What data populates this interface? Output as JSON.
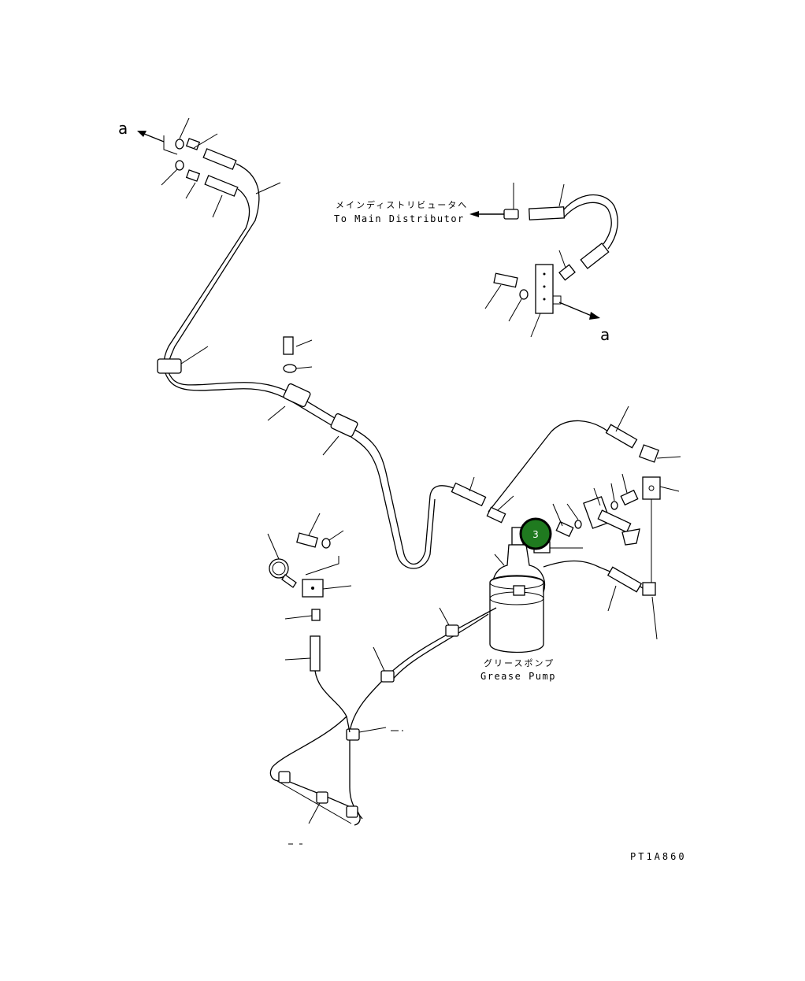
{
  "diagram": {
    "ref_a_top": "a",
    "ref_a_right": "a",
    "main_distributor_jp": "メインディストリビュータへ",
    "main_distributor_en": "To Main Distributor",
    "grease_pump_jp": "グリースポンプ",
    "grease_pump_en": "Grease Pump",
    "callout_number": "3",
    "drawing_code": "PT1A860",
    "callout_color": "#1f7a1f"
  }
}
